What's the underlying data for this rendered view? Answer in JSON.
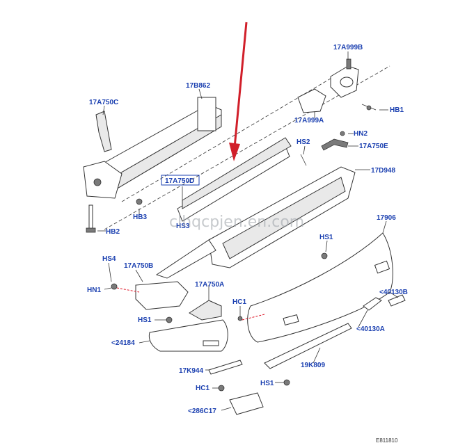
{
  "diagram": {
    "labels": {
      "l_17a999b": "17A999B",
      "l_17b862": "17B862",
      "l_17a750c": "17A750C",
      "l_hb1": "HB1",
      "l_17a999a": "17A999A",
      "l_hn2": "HN2",
      "l_hs2": "HS2",
      "l_17a750e": "17A750E",
      "l_17d948": "17D948",
      "l_17a750d": "17A750D",
      "l_hb3": "HB3",
      "l_hs3": "HS3",
      "l_hb2": "HB2",
      "l_17906": "17906",
      "l_hs1a": "HS1",
      "l_hs4": "HS4",
      "l_17a750b": "17A750B",
      "l_hn1": "HN1",
      "l_17a750a": "17A750A",
      "l_hc1a": "HC1",
      "l_40130b": "<40130B",
      "l_40130a": "<40130A",
      "l_hs1b": "HS1",
      "l_24184": "<24184",
      "l_19k809": "19K809",
      "l_17k944": "17K944",
      "l_hs1c": "HS1",
      "l_hc1b": "HC1",
      "l_286c17": "<286C17",
      "l_ref": "E811810"
    },
    "watermark": "clhqcpjen.en.com",
    "colors": {
      "label": "#1a3fb0",
      "arrow": "#d11f2a",
      "line": "#333333"
    }
  }
}
